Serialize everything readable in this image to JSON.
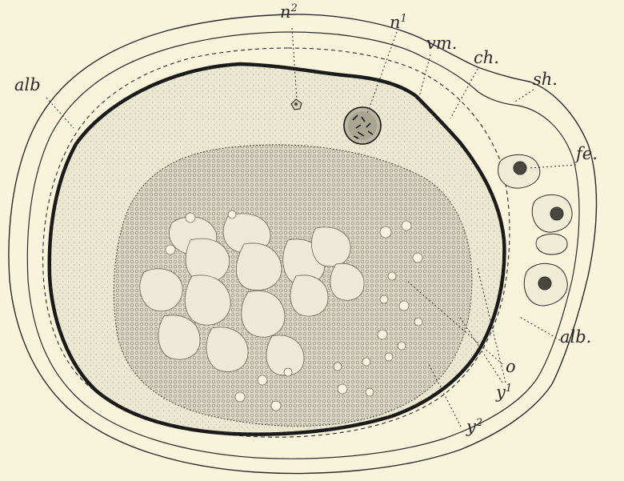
{
  "figure": {
    "colors": {
      "background": "#f8f4dc",
      "ink": "#2a2a2a",
      "cytoplasm": "#ebe8d2",
      "yolk_fill": "#dcd9c4"
    },
    "labels": {
      "alb_left": "alb",
      "n2_base": "n",
      "n2_sup": "2",
      "n1_base": "n",
      "n1_sup": "1",
      "vm": "vm.",
      "ch": "ch.",
      "sh": "sh.",
      "fe": "fe.",
      "alb_right": "alb.",
      "o": "o",
      "y1_base": "y",
      "y1_sup": "1",
      "y2_base": "y",
      "y2_sup": "2"
    }
  }
}
